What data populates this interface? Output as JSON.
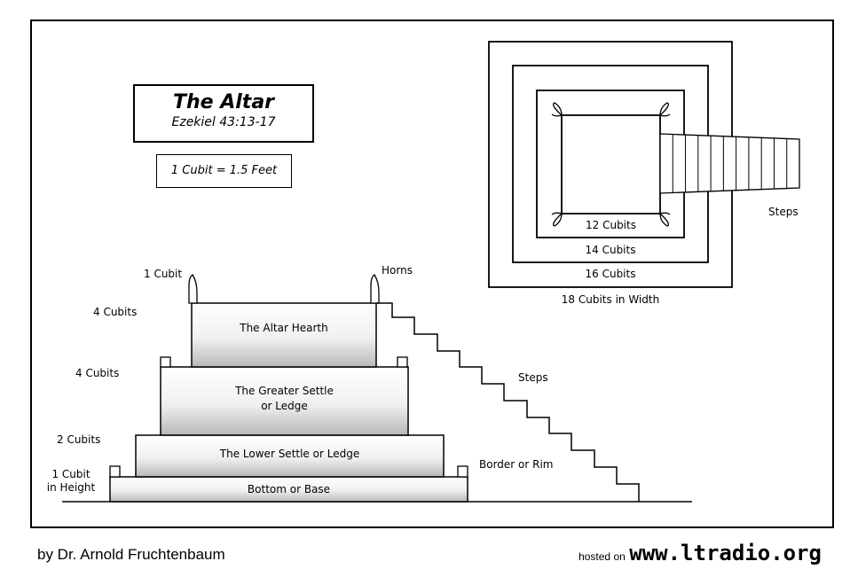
{
  "title": "The Altar",
  "subtitle": "Ezekiel 43:13-17",
  "conversion": "1 Cubit = 1.5 Feet",
  "side_view": {
    "levels": {
      "hearth": "The Altar Hearth",
      "greater_line1": "The Greater Settle",
      "greater_line2": "or Ledge",
      "lower": "The Lower Settle or Ledge",
      "base": "Bottom or Base"
    },
    "heights": {
      "horn": "1 Cubit",
      "hearth": "4 Cubits",
      "greater": "4 Cubits",
      "lower": "2 Cubits",
      "base_line1": "1 Cubit",
      "base_line2": "in Height"
    },
    "horns_label": "Horns",
    "steps_label": "Steps",
    "rim_label": "Border or Rim"
  },
  "top_view": {
    "squares": [
      "12 Cubits",
      "14 Cubits",
      "16 Cubits"
    ],
    "width_label": "18 Cubits in Width",
    "steps_label": "Steps"
  },
  "footer": {
    "author": "by Dr. Arnold Fruchtenbaum",
    "hosted_prefix": "hosted on",
    "site": "www.ltradio.org"
  }
}
